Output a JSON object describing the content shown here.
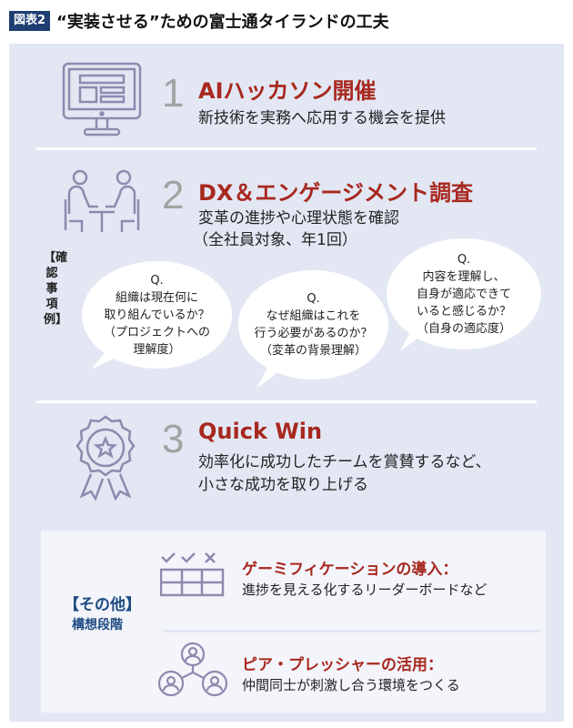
{
  "header": {
    "badge": "図表2",
    "title": "“実装させる”ための富士通タイランドの工夫"
  },
  "items": [
    {
      "number": "1",
      "heading": "AIハッカソン開催",
      "desc": [
        "新技術を実務へ応用する機会を提供"
      ],
      "icon": "monitor-icon"
    },
    {
      "number": "2",
      "heading": "DX＆エンゲージメント調査",
      "desc": [
        "変革の進捗や心理状態を確認",
        "（全社員対象、年1回）"
      ],
      "icon": "meeting-icon"
    },
    {
      "number": "3",
      "heading": "Quick Win",
      "desc": [
        "効率化に成功したチームを賞賛するなど、",
        "小さな成功を取り上げる"
      ],
      "icon": "award-icon"
    }
  ],
  "examples_label": "【確認事項例】",
  "questions": [
    {
      "q": "Q.",
      "lines": [
        "組織は現在何に",
        "取り組んでいるか？",
        "（プロジェクトへの",
        "理解度）"
      ]
    },
    {
      "q": "Q.",
      "lines": [
        "なぜ組織はこれを",
        "行う必要があるのか？",
        "（変革の背景理解）"
      ]
    },
    {
      "q": "Q.",
      "lines": [
        "内容を理解し、",
        "自身が適応できて",
        "いると感じるか？",
        "（自身の適応度）"
      ]
    }
  ],
  "other": {
    "label": "【その他】",
    "sub": "構想段階",
    "items": [
      {
        "heading": "ゲーミフィケーションの導入：",
        "desc": "進捗を見える化するリーダーボードなど",
        "icon": "leaderboard-icon"
      },
      {
        "heading": "ピア・プレッシャーの活用：",
        "desc": "仲間同士が刺激し合う環境をつくる",
        "icon": "peer-network-icon"
      }
    ]
  },
  "colors": {
    "accent": "#a8281e",
    "navy": "#1f3f72",
    "panel": "#e2e7f3",
    "icon": "#8e8aae"
  }
}
